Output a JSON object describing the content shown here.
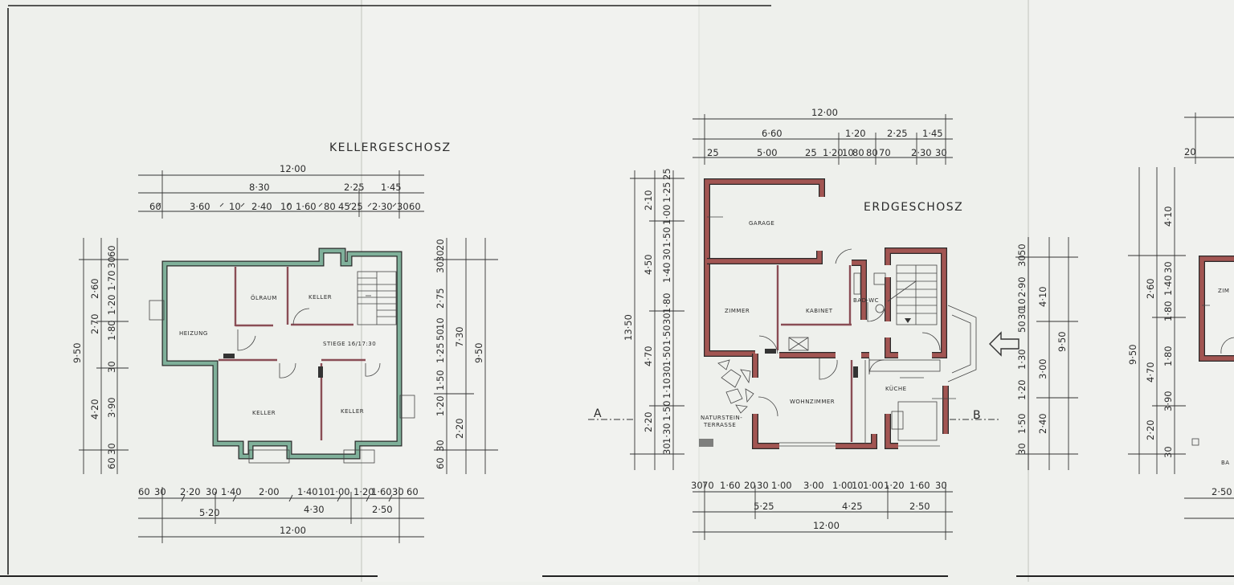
{
  "sheet": {
    "colors": {
      "paper": "#eef0ec",
      "wall_basement": "#7fb09a",
      "wall_ground": "#a25552",
      "line": "#333333"
    }
  },
  "basement": {
    "title": "KELLERGESCHOSZ",
    "rooms": {
      "heizung": "HEIZUNG",
      "oelraum": "ÖLRAUM",
      "keller1": "KELLER",
      "keller2": "KELLER",
      "keller3": "KELLER",
      "stiege": "STIEGE 16/17:30"
    },
    "dims_top": {
      "total": "12·00",
      "a": "8·30",
      "b": "2·25",
      "c": "1·45",
      "row3": [
        "60",
        "3·60",
        "10",
        "2·40",
        "10",
        "1·60",
        "80",
        "45",
        "25",
        "2·30",
        "30",
        "60"
      ]
    },
    "dims_bottom": {
      "row1": [
        "60",
        "30",
        "2·20",
        "30",
        "1·40",
        "2·00",
        "1·40",
        "10",
        "1·00",
        "1·20",
        "1·60",
        "30",
        "60"
      ],
      "a": "5·20",
      "b": "4·30",
      "c": "2·50",
      "total": "12·00"
    },
    "dims_left": {
      "total": "9·50",
      "a": "2·60",
      "b": "2·70",
      "c": "4·20",
      "row3": [
        "60",
        "30",
        "1·70",
        "1·20",
        "1·80",
        "30",
        "3·90",
        "30",
        "60"
      ]
    },
    "dims_right": {
      "total": "9·50",
      "a": "7·30",
      "b": "2·20",
      "row3": [
        "20",
        "30",
        "30",
        "2·75",
        "10",
        "50",
        "1·25",
        "1·50",
        "1·20",
        "30",
        "60"
      ]
    }
  },
  "ground": {
    "title": "ERDGESCHOSZ",
    "rooms": {
      "garage": "GARAGE",
      "zimmer": "ZIMMER",
      "kabinet": "KABINET",
      "badwc": "BAD-WC",
      "wohnzimmer": "WOHNZIMMER",
      "kueche": "KÜCHE",
      "terrasse1": "NATURSTEIN-",
      "terrasse2": "TERRASSE"
    },
    "section_a": "A",
    "section_b": "B",
    "dims_top": {
      "total": "12·00",
      "a": "6·60",
      "b": "1·20",
      "c": "2·25",
      "d": "1·45",
      "row3": [
        "25",
        "5·00",
        "25",
        "1·20",
        "10",
        "80",
        "80",
        "70",
        "2·30",
        "30"
      ]
    },
    "dims_bottom": {
      "row1": [
        "30",
        "70",
        "1·60",
        "20",
        "30",
        "1·00",
        "3·00",
        "1·00",
        "10",
        "1·00",
        "1·20",
        "1·60",
        "30"
      ],
      "a": "5·25",
      "b": "4·25",
      "c": "2·50",
      "total": "12·00"
    },
    "dims_left": {
      "total": "13·50",
      "a": "2·10",
      "b": "4·50",
      "c": "4·70",
      "d": "2·20",
      "row3": [
        "25",
        "1·25",
        "1·00",
        "1·50",
        "30",
        "1·40",
        "1·80",
        "30",
        "1·50",
        "1·50",
        "30",
        "1·10",
        "1·50",
        "1·30",
        "30"
      ]
    },
    "dims_right": {
      "total": "9·50",
      "a": "4·10",
      "b": "3·00",
      "c": "2·40",
      "row3": [
        "50",
        "30",
        "2·90",
        "10",
        "30",
        "50",
        "1·30",
        "1·20",
        "1·50",
        "30"
      ]
    }
  },
  "upper": {
    "room": "ZIM",
    "room2": "BA",
    "dims_top": {
      "a": "20"
    },
    "dims_left": {
      "total": "9·50",
      "a": "4·10",
      "b": "2·60",
      "c": "4·70",
      "d": "2·20",
      "row3": [
        "30",
        "1·40",
        "1·80",
        "1·80",
        "3·90",
        "30"
      ]
    },
    "dims_bottom": {
      "a": "2·50"
    }
  }
}
